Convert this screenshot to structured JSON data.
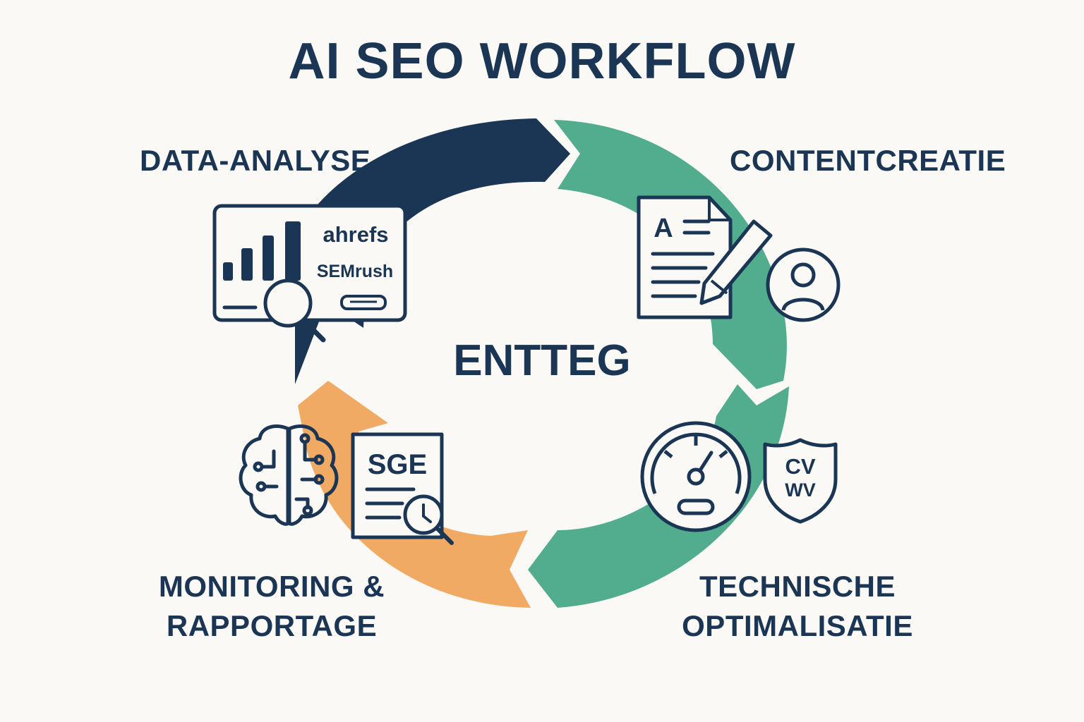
{
  "title": "AI SEO WORKFLOW",
  "center": "ENTTEG",
  "stages": {
    "data_analyse": {
      "label": "DATA-ANALYSE",
      "tools": [
        "ahrefs",
        "SEMrush"
      ]
    },
    "contentcreatie": {
      "label": "CONTENTCREATIE",
      "doc_letter": "A"
    },
    "technische_optimalisatie": {
      "label_line1": "TECHNISCHE",
      "label_line2": "OPTIMALISATIE",
      "shield_line1": "CV",
      "shield_line2": "WV"
    },
    "monitoring": {
      "label_line1": "MONITORING &",
      "label_line2": "RAPPORTAGE",
      "doc_text": "SGE"
    }
  },
  "icons": [
    "bar-chart-icon",
    "magnifier-icon",
    "document-icon",
    "pencil-icon",
    "user-icon",
    "speedometer-icon",
    "shield-icon",
    "brain-icon",
    "clock-icon"
  ],
  "colors": {
    "navy": "#1b3554",
    "green": "#52ad8f",
    "orange": "#f0aa64",
    "background": "#fbf9f5"
  }
}
